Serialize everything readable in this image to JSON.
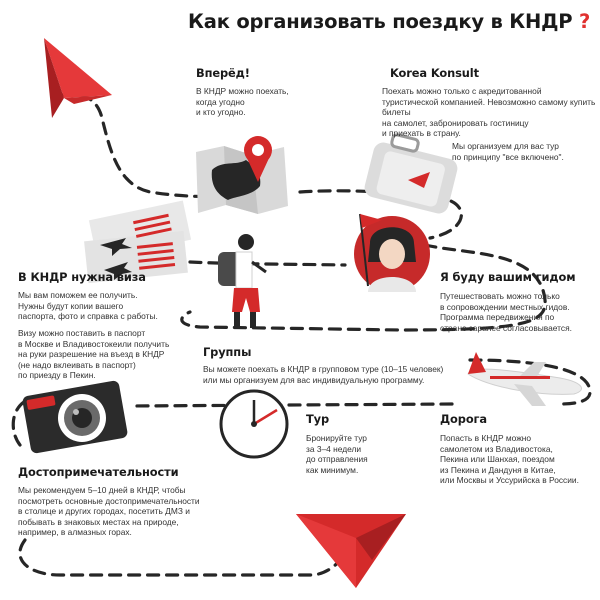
{
  "title": {
    "text": "Как организовать поездку в КНДР",
    "mark": "?"
  },
  "colors": {
    "accent": "#d42a2a",
    "dark": "#262626",
    "gray": "#8a8a8a",
    "light": "#e6e6e6"
  },
  "sections": {
    "vpered": {
      "heading": "Вперёд!",
      "text": "В КНДР можно поехать,\nкогда угодно\nи кто угодно."
    },
    "korea_konsult": {
      "heading": "Korea Konsult",
      "text": "Поехать можно только с акредитованной\nтуристической компанией. Невозможно самому купить билеты\nна самолет, забронировать гостиницу\nи приехать в страну.",
      "text2": "Мы организуем для вас тур\nпо принципу \"все включено\"."
    },
    "visa": {
      "heading": "В КНДР нужна виза",
      "text": "Мы вам поможем ее получить.\nНужны будут копии вашего\nпаспорта, фото и справка с работы.",
      "text2": "Визу можно поставить в паспорт\nв Москве и Владивостокеили получить\nна руки разрешение на въезд в КНДР\n(не надо вклеивать в паспорт)\nпо приезду в Пекин."
    },
    "guide": {
      "heading": "Я буду вашим гидом",
      "text": "Путешествовать можно только\nв сопровождении местных гидов.\nПрограмма передвижения по\nстране заранее согласовывается."
    },
    "groups": {
      "heading": "Группы",
      "text": "Вы можете поехать в КНДР в групповом туре (10–15 человек)\nили мы организуем для вас индивидуальную программу."
    },
    "tour": {
      "heading": "Тур",
      "text": "Бронируйте тур\nза 3–4 недели\nдо отправления\nкак минимум."
    },
    "road": {
      "heading": "Дорога",
      "text": "Попасть в КНДР можно\nсамолетом из Владивостока,\nПекина или Шанхая, поездом\nиз Пекина и Дандуня в Китае,\nили Москвы и Уссурийска в России."
    },
    "sights": {
      "heading": "Достопримечательности",
      "text": "Мы рекомендуем 5–10 дней в КНДР, чтобы\nпосмотреть основные достопримечательности\nв столице и других городах, посетить ДМЗ и\nпобывать в знаковых местах на природе,\nнапример, в алмазных горах."
    }
  },
  "icons": [
    "paper-plane-icon",
    "map-pin-icon",
    "suitcase-icon",
    "visa-ticket-icon",
    "traveler-icon",
    "guide-portrait-icon",
    "airplane-icon",
    "camera-icon",
    "clock-icon"
  ]
}
